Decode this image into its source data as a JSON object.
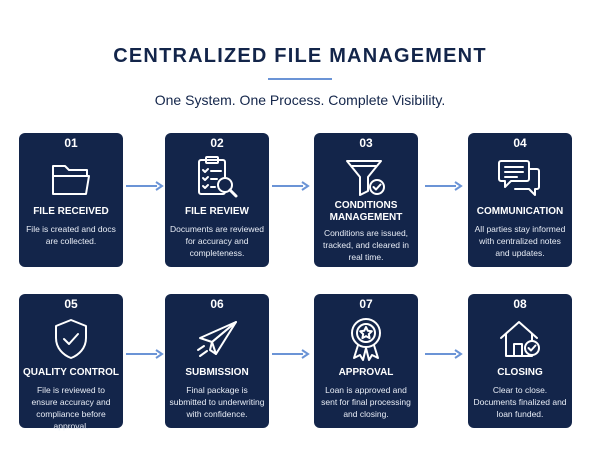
{
  "header": {
    "title": "CENTRALIZED FILE MANAGEMENT",
    "subtitle": "One System. One Process. Complete Visibility."
  },
  "steps": [
    {
      "number": "01",
      "title": "FILE RECEIVED",
      "desc": "File is created and docs are collected.",
      "icon": "folder-icon"
    },
    {
      "number": "02",
      "title": "FILE REVIEW",
      "desc": "Documents are reviewed for accuracy and completeness.",
      "icon": "clipboard-search-icon"
    },
    {
      "number": "03",
      "title": "CONDITIONS MANAGEMENT",
      "desc": "Conditions are issued, tracked, and cleared in real time.",
      "icon": "funnel-check-icon"
    },
    {
      "number": "04",
      "title": "COMMUNICATION",
      "desc": "All parties stay informed with centralized notes and updates.",
      "icon": "chat-bubbles-icon"
    },
    {
      "number": "05",
      "title": "QUALITY CONTROL",
      "desc": "File is reviewed to ensure accuracy and compliance before approval.",
      "icon": "shield-check-icon"
    },
    {
      "number": "06",
      "title": "SUBMISSION",
      "desc": "Final package is submitted to underwriting with confidence.",
      "icon": "paper-plane-icon"
    },
    {
      "number": "07",
      "title": "APPROVAL",
      "desc": "Loan is approved and sent for final processing and closing.",
      "icon": "award-ribbon-icon"
    },
    {
      "number": "08",
      "title": "CLOSING",
      "desc": "Clear to close. Documents finalized and loan funded.",
      "icon": "house-check-icon"
    }
  ],
  "colors": {
    "card": "#13254a",
    "arrow": "#6b94d6",
    "text": "#13254a"
  }
}
